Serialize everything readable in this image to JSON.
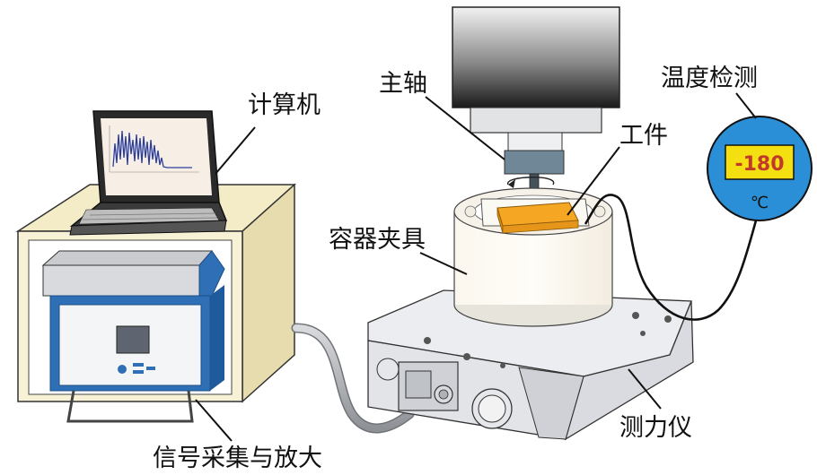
{
  "labels": {
    "computer": "计算机",
    "spindle": "主轴",
    "workpiece": "工件",
    "temperature": "温度检测",
    "fixture": "容器夹具",
    "dynamometer": "测力仪",
    "signal": "信号采集与放大"
  },
  "meter": {
    "reading": "-180",
    "unit": "℃"
  },
  "colors": {
    "cabinet": "#f3ecc6",
    "amplifier_frame": "#2f6fb5",
    "amplifier_screen": "#5f6570",
    "meter_ring": "#2a8fd6",
    "meter_display": "#f4e010",
    "workpiece": "#f5a623",
    "dynamometer": "#e8e9ec",
    "plot_line": "#2c3e9c"
  }
}
